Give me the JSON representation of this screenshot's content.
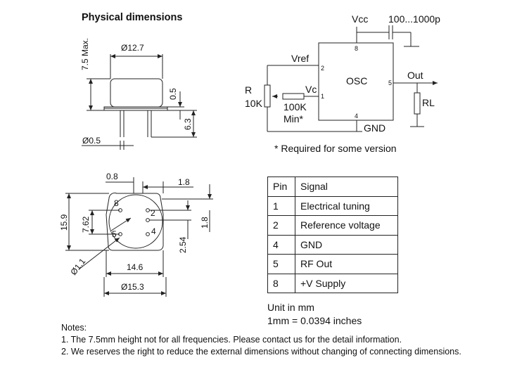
{
  "title": "Physical dimensions",
  "side_view": {
    "height_label": "7.5 Max.",
    "diameter_label": "Ø12.7",
    "flange_label": "0.5",
    "lead_length_label": "6.3",
    "lead_diameter_label": "Ø0.5"
  },
  "top_view": {
    "d1": "0.8",
    "d2": "1.8",
    "d3": "15.9",
    "d4": "7.62",
    "d5": "2.54",
    "d6": "1.8",
    "d7": "Ø1.1",
    "d8": "14.6",
    "d9": "Ø15.3",
    "pins": [
      "8",
      "2",
      "5",
      "4"
    ]
  },
  "circuit": {
    "vcc": "Vcc",
    "cap": "100...1000p",
    "vref": "Vref",
    "osc": "OSC",
    "out": "Out",
    "r_letter": "R",
    "r_value": "10K",
    "vc": "Vc",
    "r100k": "100K",
    "min": "Min*",
    "gnd": "GND",
    "rl": "RL",
    "pin_numbers": {
      "p8": "8",
      "p2": "2",
      "p1": "1",
      "p5": "5",
      "p4": "4"
    }
  },
  "required_note": "* Required for some version",
  "pin_table": {
    "headers": [
      "Pin",
      "Signal"
    ],
    "rows": [
      {
        "pin": "1",
        "signal": "Electrical tuning"
      },
      {
        "pin": "2",
        "signal": "Reference voltage"
      },
      {
        "pin": "4",
        "signal": "GND"
      },
      {
        "pin": "5",
        "signal": "RF Out"
      },
      {
        "pin": "8",
        "signal": "+V Supply"
      }
    ]
  },
  "units": {
    "line1": "Unit in mm",
    "line2": "1mm = 0.0394 inches"
  },
  "notes": {
    "heading": "Notes:",
    "items": [
      "1. The 7.5mm height not for all frequencies. Please contact us for the detail information.",
      "2. We reserves the right to reduce the external dimensions without changing of connecting dimensions."
    ]
  }
}
